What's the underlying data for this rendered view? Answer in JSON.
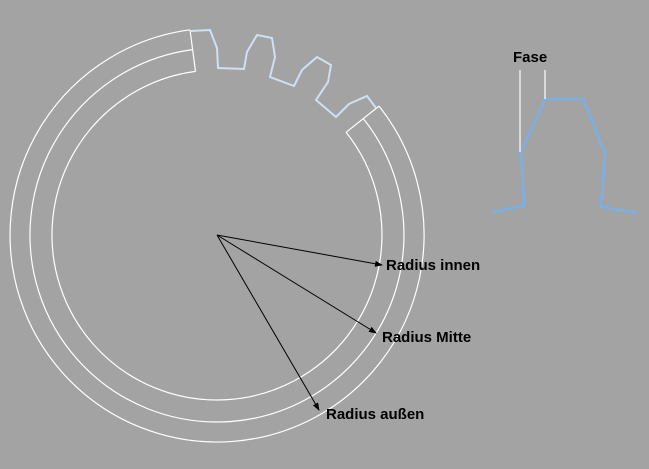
{
  "labels": {
    "fase": "Fase",
    "radius_inner": "Radius innen",
    "radius_middle": "Radius Mitte",
    "radius_outer": "Radius außen"
  },
  "colors": {
    "background": "#a3a3a3",
    "circle": "#ffffff",
    "tooth": "#7ab0e6",
    "arrow": "#000000"
  }
}
